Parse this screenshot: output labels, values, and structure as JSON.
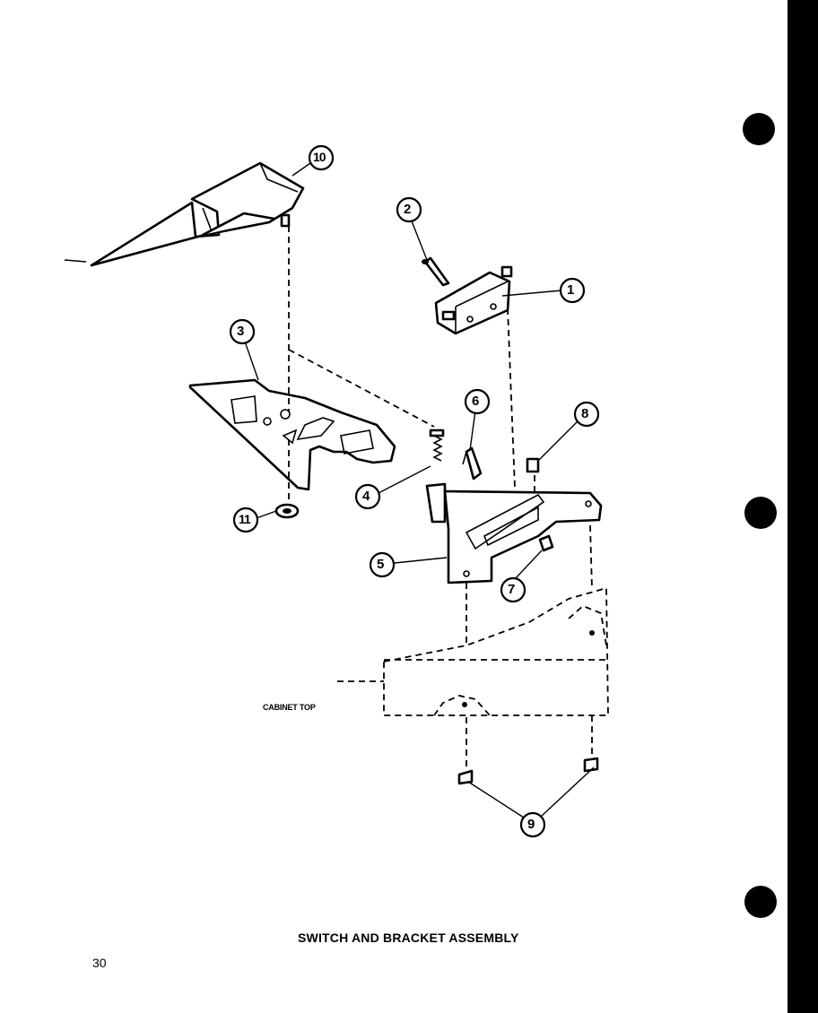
{
  "diagram": {
    "title": "SWITCH AND BRACKET ASSEMBLY",
    "page_number": "30",
    "labels": {
      "cabinet_top": "CABINET TOP"
    },
    "callouts": [
      "1",
      "2",
      "3",
      "4",
      "5",
      "6",
      "7",
      "8",
      "9",
      "10",
      "11"
    ]
  }
}
